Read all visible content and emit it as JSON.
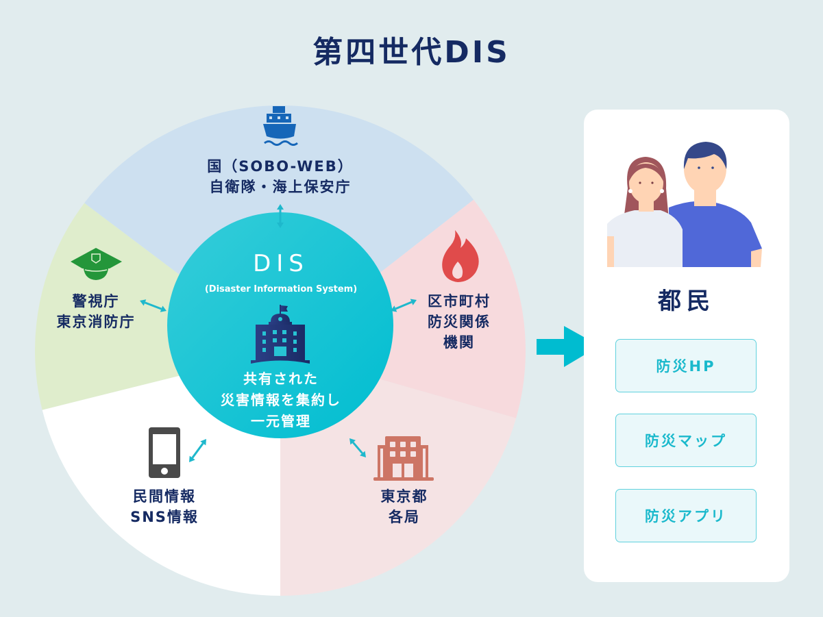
{
  "title": "第四世代DIS",
  "colors": {
    "navy": "#152a62",
    "accent": "#00bcd0",
    "segment_blue": "#cde0f0",
    "segment_green": "#dfedcc",
    "segment_pink": "#f7dadd",
    "segment_light_pink": "#f5e3e4",
    "segment_white": "#ffffff"
  },
  "hub": {
    "title": "DIS",
    "subtitle": "(Disaster Information System)",
    "icon": "government-building-icon",
    "description": [
      "共有された",
      "災害情報を集約し",
      "一元管理"
    ]
  },
  "sources": [
    {
      "id": "national",
      "icon": "ship-icon",
      "lines": [
        "国（SOBO-WEB）",
        "自衛隊・海上保安庁"
      ]
    },
    {
      "id": "police-fire",
      "icon": "police-cap-icon",
      "lines": [
        "警視庁",
        "東京消防庁"
      ]
    },
    {
      "id": "municipal",
      "icon": "fire-icon",
      "lines": [
        "区市町村",
        "防災関係",
        "機関"
      ]
    },
    {
      "id": "private",
      "icon": "smartphone-icon",
      "lines": [
        "民間情報",
        "SNS情報"
      ]
    },
    {
      "id": "tokyo-bureaus",
      "icon": "office-building-icon",
      "lines": [
        "東京都",
        "各局"
      ]
    }
  ],
  "flow_arrow": "right-arrow-icon",
  "citizens": {
    "title": "都民",
    "illustration": "citizens-illustration",
    "channels": [
      {
        "label": "防災HP"
      },
      {
        "label": "防災マップ"
      },
      {
        "label": "防災アプリ"
      }
    ]
  }
}
